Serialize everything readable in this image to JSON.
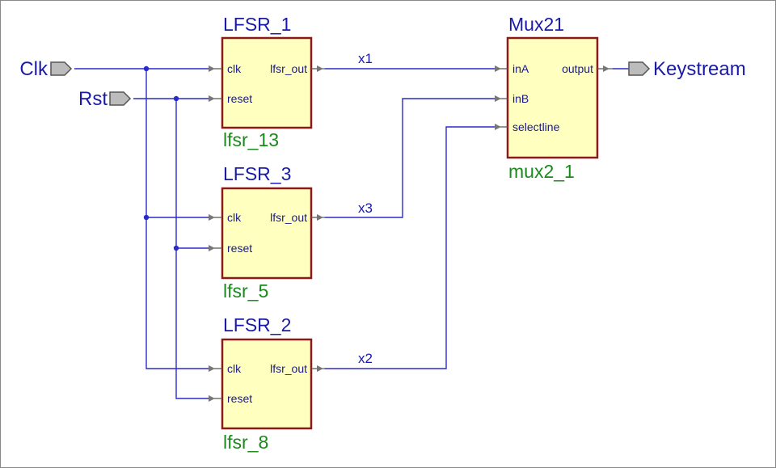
{
  "ports": {
    "clk": "Clk",
    "rst": "Rst",
    "keystream": "Keystream"
  },
  "blocks": {
    "lfsr_1": {
      "title": "LFSR_1",
      "instance": "lfsr_13",
      "in1": "clk",
      "in2": "reset",
      "out": "lfsr_out"
    },
    "lfsr_3": {
      "title": "LFSR_3",
      "instance": "lfsr_5",
      "in1": "clk",
      "in2": "reset",
      "out": "lfsr_out"
    },
    "lfsr_2": {
      "title": "LFSR_2",
      "instance": "lfsr_8",
      "in1": "clk",
      "in2": "reset",
      "out": "lfsr_out"
    },
    "mux": {
      "title": "Mux21",
      "instance": "mux2_1",
      "in_a": "inA",
      "in_b": "inB",
      "sel": "selectline",
      "out": "output"
    }
  },
  "nets": {
    "x1": "x1",
    "x3": "x3",
    "x2": "x2"
  },
  "colors": {
    "wire": "#2a2acc",
    "block_fill": "#ffffc0",
    "block_border": "#8b1a1a",
    "title_text": "#1a1aa8",
    "instance_text": "#1a8a1a"
  }
}
